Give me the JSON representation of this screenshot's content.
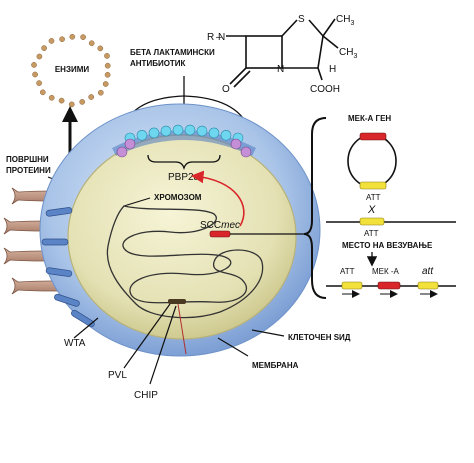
{
  "labels": {
    "enzymes": "ЕНЗИМИ",
    "beta_lactam_line1": "БЕТА ЛАКТАМИНСКИ",
    "beta_lactam_line2": "АНТИБИОТИК",
    "surface_proteins_line1": "ПОВРШНИ",
    "surface_proteins_line2": "ПРОТЕИНИ",
    "pbp2a": "PBP2a",
    "chromosome": "ХРОМОЗОМ",
    "scc": "SCC",
    "mec": "mec",
    "wta": "WTA",
    "pvl": "PVL",
    "chip": "CHIP",
    "cell_wall": "КЛЕТОЧЕН ЅИД",
    "membrane": "МЕМБРАНА"
  },
  "molecule": {
    "r": "R",
    "s": "S",
    "ch3_top": "CH",
    "ch3_bottom": "CH",
    "sub3": "3",
    "o": "O",
    "n": "N",
    "h": "H",
    "cooh": "COOH"
  },
  "mec_panel": {
    "gene": "МЕК-А ГЕН",
    "att_plasmid": "ATT",
    "x": "X",
    "att_chrom": "ATT",
    "insertion_site": "МЕСТО НА ВЕЗУВАЊЕ",
    "att_left": "ATT",
    "mec_a": "МЕК -А",
    "att_right": "att"
  },
  "colors": {
    "cell_wall": "#8fb3e0",
    "cytoplasm": "#e4e1b4",
    "enzyme_dots": "#c79a63",
    "pbp_cyan": "#6fd6f0",
    "pbp_purple": "#c48fd6",
    "mec_gene": "#d8262a",
    "att_gene": "#f2e13a",
    "surface_protein": "#c8a08a",
    "wta": "#5a84c6"
  }
}
